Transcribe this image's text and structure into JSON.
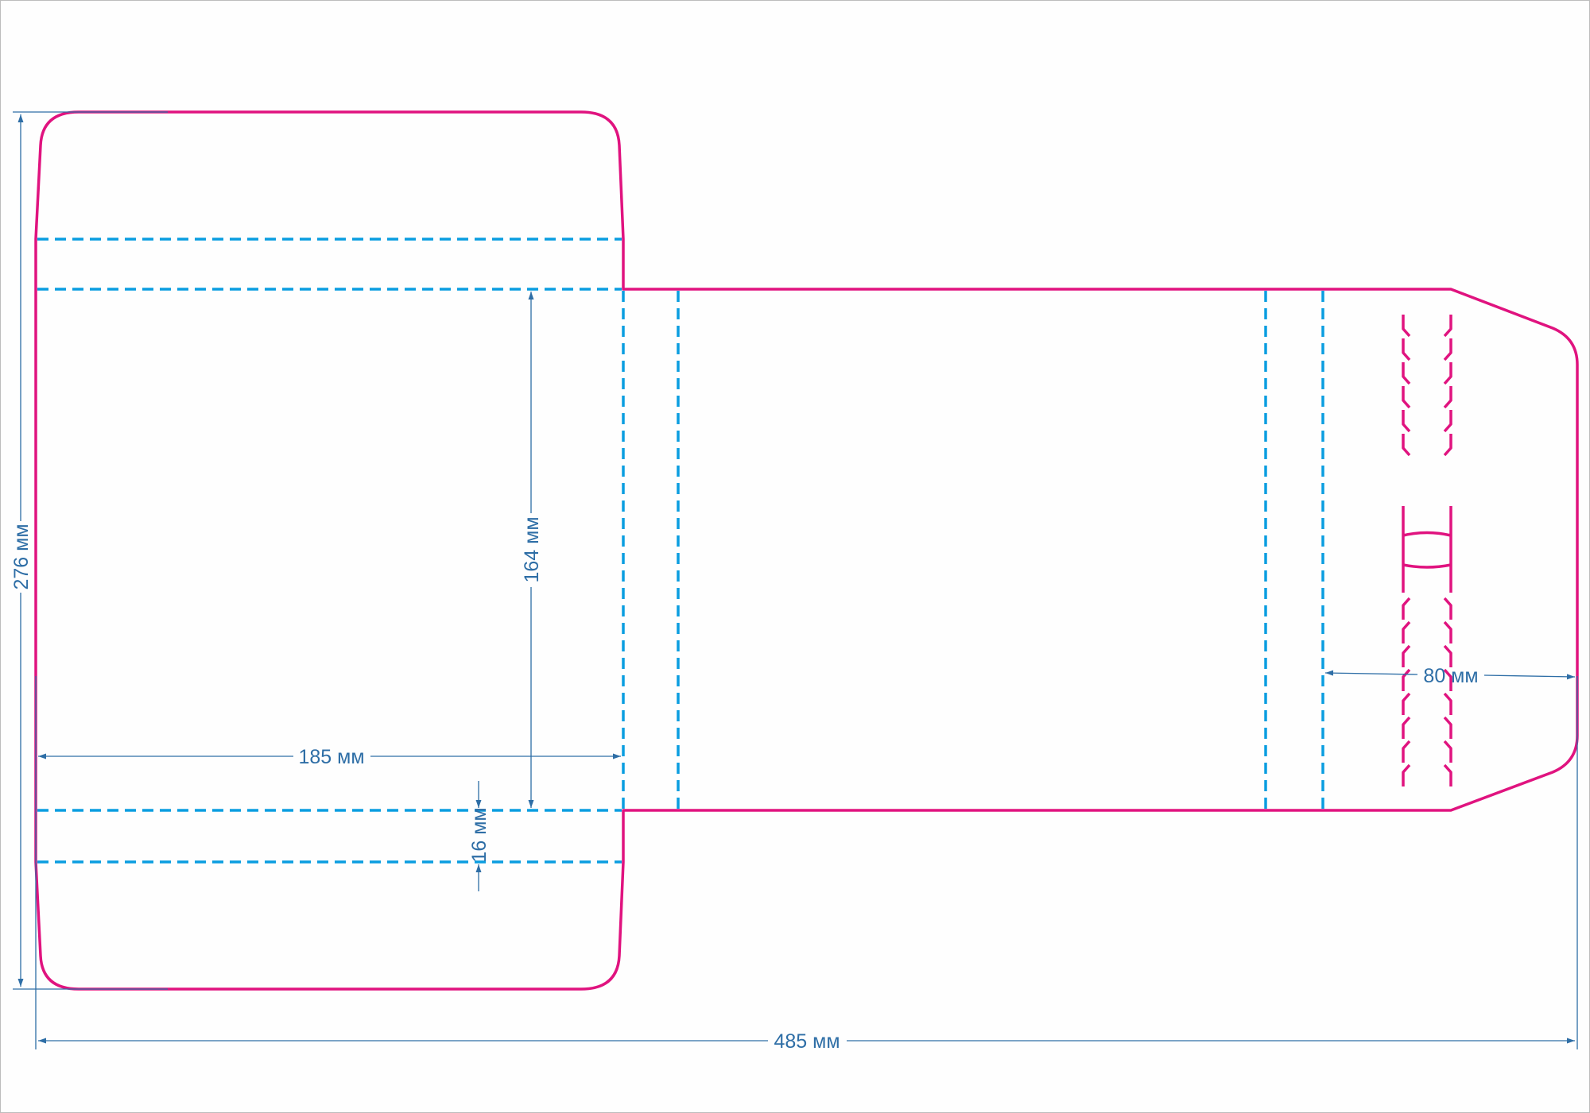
{
  "colors": {
    "cut_line": "#e0137f",
    "fold_line": "#0a9de0",
    "dimension": "#2e6ea6"
  },
  "dimensions": {
    "total_height": "276 мм",
    "inner_height": "164 мм",
    "panel_width": "185 мм",
    "flap_depth": "16 мм",
    "total_width": "485 мм",
    "tab_width": "80 мм"
  }
}
